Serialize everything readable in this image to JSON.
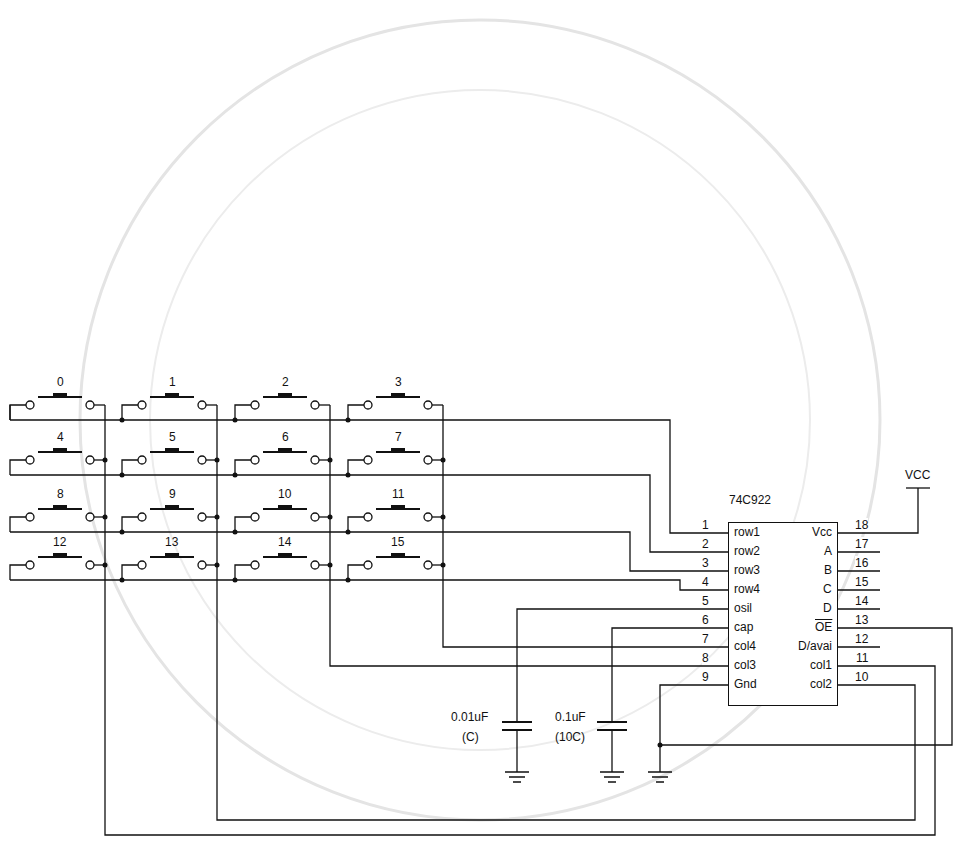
{
  "diagram": {
    "nodes": [
      {
        "text": [
          "74C922"
        ]
      }
    ],
    "edges": [],
    "labels": [
      "0",
      "1",
      "2",
      "3",
      "4",
      "5",
      "6",
      "7",
      "8",
      "9",
      "10",
      "11",
      "12",
      "13",
      "14",
      "15",
      "1",
      "2",
      "3",
      "4",
      "5",
      "6",
      "7",
      "8",
      "9",
      "10",
      "11",
      "12",
      "13",
      "14",
      "15",
      "16",
      "17",
      "18",
      "row1",
      "row2",
      "row3",
      "row4",
      "osil",
      "cap",
      "col4",
      "col3",
      "Gnd",
      "Vcc",
      "A",
      "B",
      "C",
      "D",
      "OE",
      "D/avai",
      "col1",
      "col2",
      "VCC",
      "0.01uF",
      "(C)",
      "0.1uF",
      "(10C)"
    ]
  }
}
